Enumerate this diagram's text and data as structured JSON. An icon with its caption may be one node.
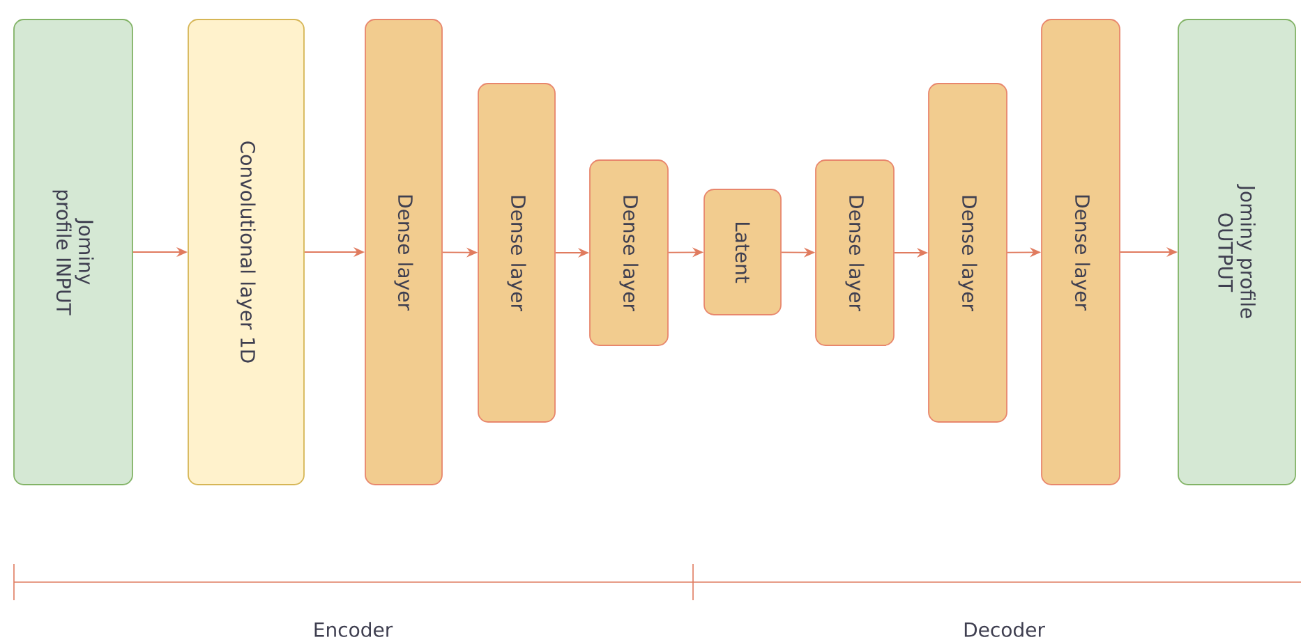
{
  "diagram": {
    "nodes": [
      {
        "text": [
          "Jominy profile INPUT"
        ]
      },
      {
        "text": [
          "Convolutional layer 1D"
        ]
      },
      {
        "text": [
          "Dense layer"
        ]
      },
      {
        "text": [
          "Dense layer"
        ]
      },
      {
        "text": [
          "Dense layer"
        ]
      },
      {
        "text": [
          "Latent"
        ]
      },
      {
        "text": [
          "Dense layer"
        ]
      },
      {
        "text": [
          "Dense layer"
        ]
      },
      {
        "text": [
          "Dense layer"
        ]
      },
      {
        "text": [
          "Jominy profile OUTPUT"
        ]
      }
    ],
    "edges": [
      {
        "from": 0,
        "to": 1,
        "arrow": "to"
      },
      {
        "from": 1,
        "to": 2,
        "arrow": "to"
      },
      {
        "from": 2,
        "to": 3,
        "arrow": "to"
      },
      {
        "from": 3,
        "to": 4,
        "arrow": "to"
      },
      {
        "from": 4,
        "to": 5,
        "arrow": "to"
      },
      {
        "from": 5,
        "to": 6,
        "arrow": "to"
      },
      {
        "from": 6,
        "to": 7,
        "arrow": "to"
      },
      {
        "from": 7,
        "to": 8,
        "arrow": "to"
      },
      {
        "from": 8,
        "to": 9,
        "arrow": "to"
      }
    ],
    "labels": [
      "Encoder",
      "Decoder"
    ]
  }
}
